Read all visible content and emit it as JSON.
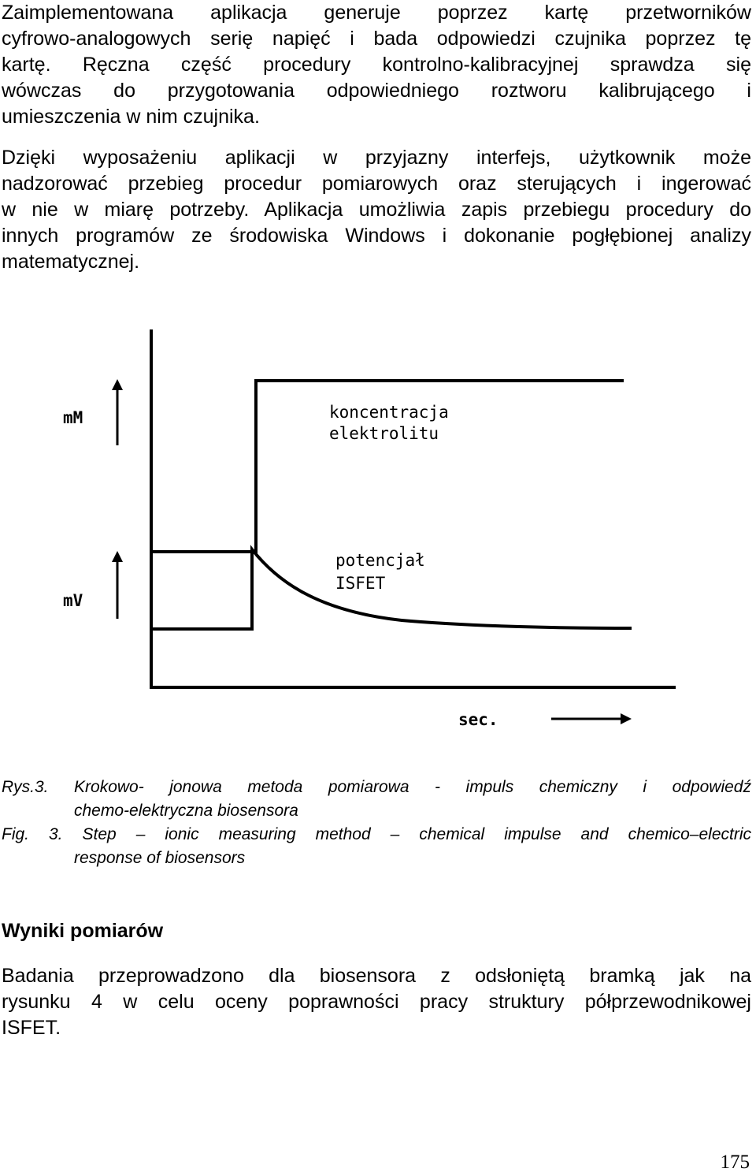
{
  "paragraph1": {
    "lines": [
      "Zaimplementowana aplikacja generuje poprzez kartę przetworników",
      "cyfrowo-analogowych serię napięć i bada odpowiedzi czujnika poprzez tę",
      "kartę. Ręczna część procedury kontrolno-kalibracyjnej sprawdza się",
      "wówczas do przygotowania odpowiedniego roztworu kalibrującego i",
      "umieszczenia w nim czujnika."
    ]
  },
  "paragraph2": {
    "lines": [
      "Dzięki wyposażeniu aplikacji w przyjazny interfejs, użytkownik może",
      "nadzorować przebieg procedur pomiarowych oraz sterujących i ingerować",
      "w nie w miarę potrzeby. Aplikacja umożliwia zapis przebiegu procedury do",
      "innych programów ze środowiska Windows i dokonanie pogłębionej analizy",
      "matematycznej."
    ]
  },
  "figure": {
    "labels": {
      "upper_unit": "mM",
      "upper_curve_line1": "koncentracja",
      "upper_curve_line2": "elektrolitu",
      "lower_unit": "mV",
      "lower_curve_line1": "potencjał",
      "lower_curve_line2": "ISFET",
      "time_axis": "sec."
    }
  },
  "caption_pl": {
    "line1": "Rys.3. Krokowo- jonowa metoda pomiarowa - impuls chemiczny i odpowiedź",
    "line2": "chemo-elektryczna biosensora"
  },
  "caption_en": {
    "line1": "Fig. 3. Step – ionic measuring method – chemical impulse and chemico–electric",
    "line2": "response of biosensors"
  },
  "section_heading": "Wyniki pomiarów",
  "paragraph3": {
    "lines": [
      "Badania przeprowadzono dla biosensora z odsłoniętą bramką jak na",
      "rysunku 4 w celu oceny poprawności pracy struktury półprzewodnikowej",
      "ISFET."
    ]
  },
  "page_number": "175"
}
